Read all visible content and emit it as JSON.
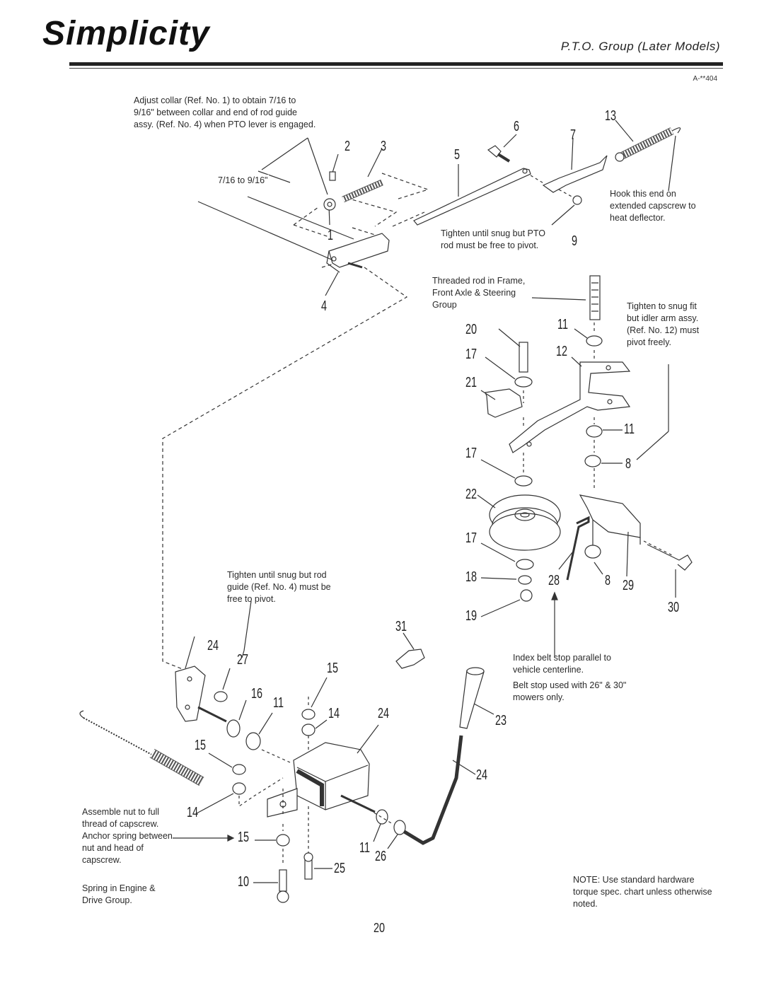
{
  "brand": "Simplicity",
  "title": "P.T.O. Group (Later Models)",
  "doc_code": "A-**404",
  "page_number": "20",
  "notes": {
    "adjust_collar": "Adjust collar (Ref. No. 1) to obtain 7/16 to 9/16\" between collar and end of rod guide assy. (Ref. No. 4) when PTO lever is engaged.",
    "dimension": "7/16 to 9/16\"",
    "hook_end": "Hook this end on extended capscrew to heat deflector.",
    "tighten_pto": "Tighten until snug but PTO rod must be free to pivot.",
    "threaded_rod": "Threaded rod in Frame, Front Axle & Steering Group",
    "tighten_idler": "Tighten to snug fit but idler arm assy. (Ref. No. 12) must pivot freely.",
    "tighten_rod_guide": "Tighten until snug but rod guide (Ref. No. 4) must be free to pivot.",
    "index_belt": "Index belt stop parallel to vehicle centerline.",
    "belt_stop": "Belt stop used with 26\" & 30\" mowers only.",
    "assemble_nut": "Assemble nut to full thread of capscrew. Anchor spring between nut and head of capscrew.",
    "spring_engine": "Spring in Engine & Drive Group.",
    "torque_note": "NOTE: Use standard hardware torque spec. chart unless otherwise noted."
  },
  "callouts": {
    "c1": "1",
    "c2": "2",
    "c3": "3",
    "c4": "4",
    "c5": "5",
    "c6": "6",
    "c7": "7",
    "c8a": "8",
    "c8b": "8",
    "c9": "9",
    "c10": "10",
    "c11a": "11",
    "c11b": "11",
    "c11c": "11",
    "c11d": "11",
    "c12": "12",
    "c13": "13",
    "c14a": "14",
    "c14b": "14",
    "c15a": "15",
    "c15b": "15",
    "c15c": "15",
    "c16": "16",
    "c17a": "17",
    "c17b": "17",
    "c17c": "17",
    "c18": "18",
    "c19": "19",
    "c20": "20",
    "c21": "21",
    "c22": "22",
    "c23": "23",
    "c24a": "24",
    "c24b": "24",
    "c24c": "24",
    "c25": "25",
    "c26": "26",
    "c27": "27",
    "c28": "28",
    "c29": "29",
    "c30": "30",
    "c31": "31"
  }
}
